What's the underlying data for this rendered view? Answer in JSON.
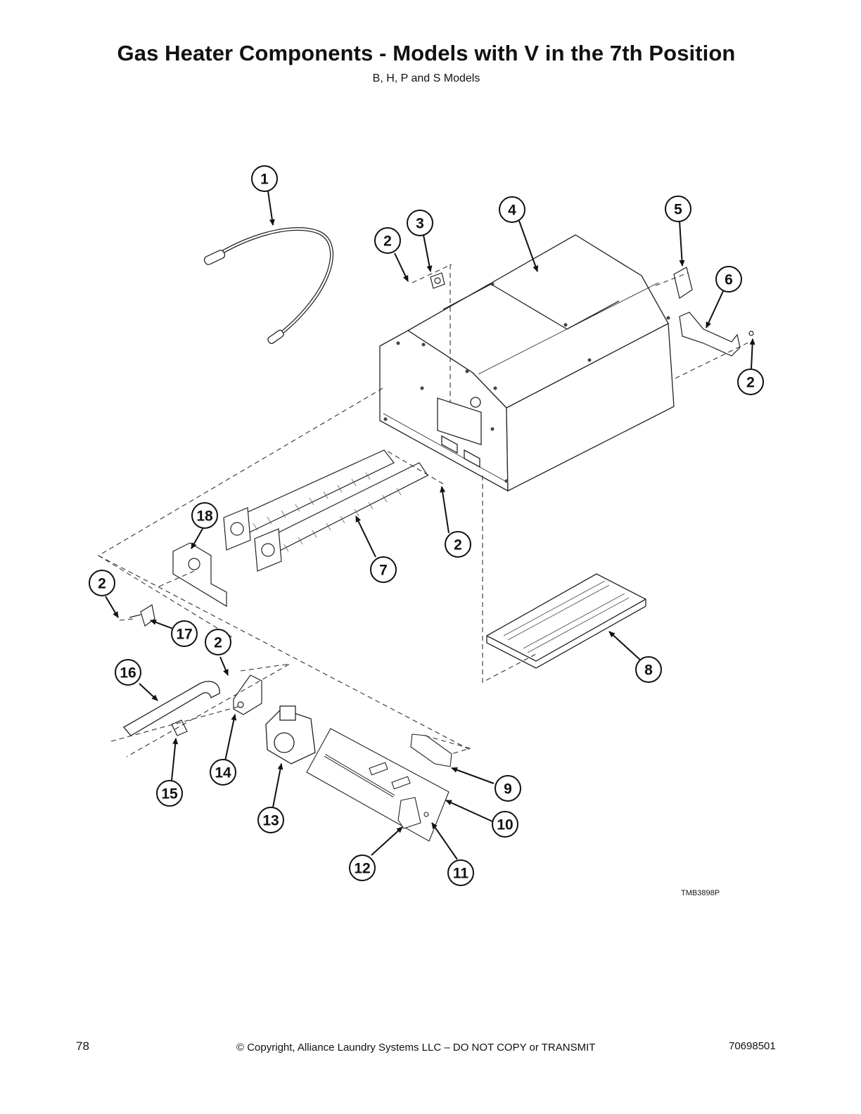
{
  "header": {
    "title": "Gas Heater Components - Models with V in the 7th Position",
    "subtitle": "B, H, P and S Models"
  },
  "diagram": {
    "figure_code": "TMB3898P",
    "callouts": [
      "1",
      "2",
      "3",
      "4",
      "5",
      "6",
      "7",
      "8",
      "9",
      "10",
      "11",
      "12",
      "13",
      "14",
      "15",
      "16",
      "17",
      "18"
    ]
  },
  "footer": {
    "page_number": "78",
    "copyright": "© Copyright, Alliance Laundry Systems LLC – DO NOT COPY or TRANSMIT",
    "document_number": "70698501"
  }
}
